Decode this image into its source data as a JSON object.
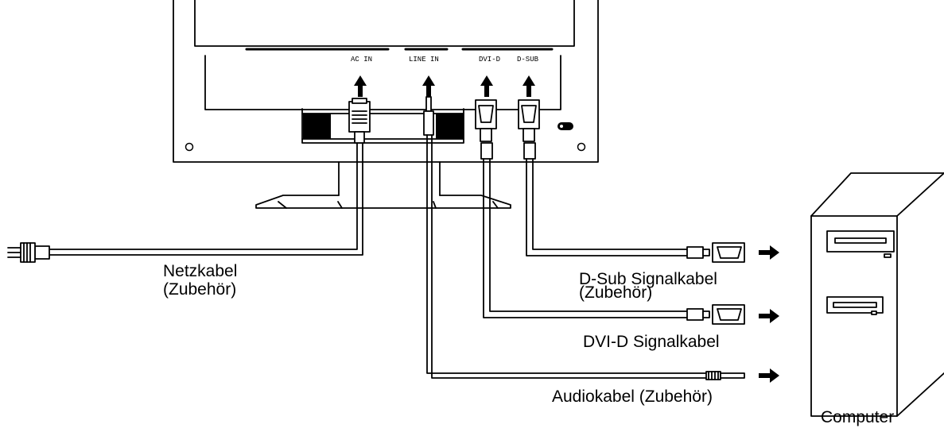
{
  "ports": {
    "ac_in": "AC IN",
    "line_in": "LINE IN",
    "dvi_d": "DVI-D",
    "d_sub": "D-SUB"
  },
  "labels": {
    "power_cable_line1": "Netzkabel",
    "power_cable_line2": "(Zubehör)",
    "dsub_cable_line1": "D-Sub Signalkabel",
    "dsub_cable_line2": "(Zubehör)",
    "dvi_cable": "DVI-D Signalkabel",
    "audio_cable": "Audiokabel (Zubehör)",
    "computer": "Computer"
  }
}
